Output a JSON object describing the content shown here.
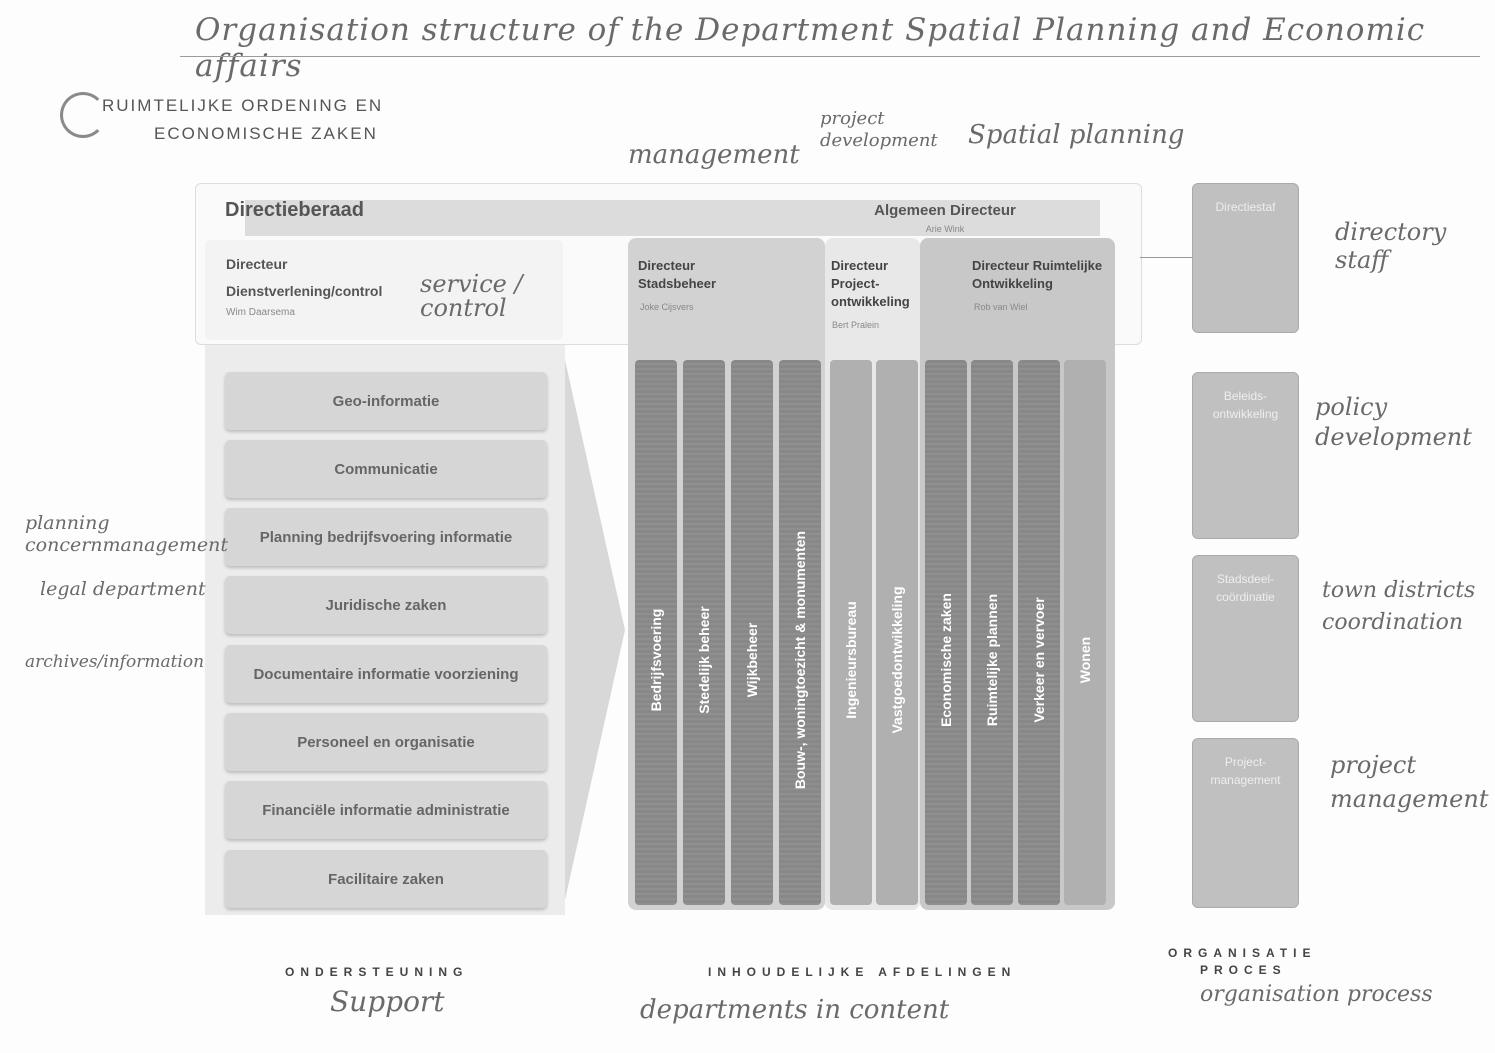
{
  "title_handwritten": "Organisation structure of the Department Spatial Planning and Economic affairs",
  "logo": {
    "line1": "RUIMTELIJKE ORDENING EN",
    "line2": "ECONOMISCHE ZAKEN"
  },
  "directieberaad": {
    "title": "Directieberaad",
    "algemeen_title": "Algemeen Directeur",
    "algemeen_name": "Arie Wink",
    "dienst_line1": "Directeur",
    "dienst_line2": "Dienstverlening/control",
    "dienst_name": "Wim Daarsema"
  },
  "groups": [
    {
      "line1": "Directeur",
      "line2": "Stadsbeheer",
      "name": "Joke Cijsvers"
    },
    {
      "line1": "Directeur",
      "line2": "Project-",
      "line3": "ontwikkeling",
      "name": "Bert Pralein"
    },
    {
      "line1": "Directeur Ruimtelijke",
      "line2": "Ontwikkeling",
      "name": "Rob van Wiel"
    }
  ],
  "support_items": [
    "Geo-informatie",
    "Communicatie",
    "Planning bedrijfsvoering informatie",
    "Juridische zaken",
    "Documentaire informatie voorziening",
    "Personeel en organisatie",
    "Financiële informatie administratie",
    "Facilitaire zaken"
  ],
  "departments": [
    "Bedrijfsvoering",
    "Stedelijk beheer",
    "Wijkbeheer",
    "Bouw-, woningtoezicht & monumenten",
    "Ingenieursbureau",
    "Vastgoedontwikkeling",
    "Economische zaken",
    "Ruimtelijke plannen",
    "Verkeer en vervoer",
    "Wonen"
  ],
  "right_boxes": [
    "Directiestaf",
    "Beleids-ontwikkeling",
    "Stadsdeel-coördinatie",
    "Project-management"
  ],
  "captions": {
    "ondersteuning": "ONDERSTEUNING",
    "inhoudelijke": "INHOUDELIJKE AFDELINGEN",
    "organisatie_l1": "ORGANISATIE",
    "organisatie_l2": "PROCES"
  },
  "handwritten_notes": {
    "management": "management",
    "project_development": "project development",
    "spatial_planning": "Spatial planning",
    "service_control": "service / control",
    "directory_staff": "directory staff",
    "policy_development": "policy development",
    "town_districts": "town districts coordination",
    "project_management": "project management",
    "planning_concern": "planning concernmanagement",
    "legal_department": "legal department",
    "archives": "archives/information",
    "support": "Support",
    "departments_in_content": "departments in content",
    "organisation_process": "organisation process"
  }
}
